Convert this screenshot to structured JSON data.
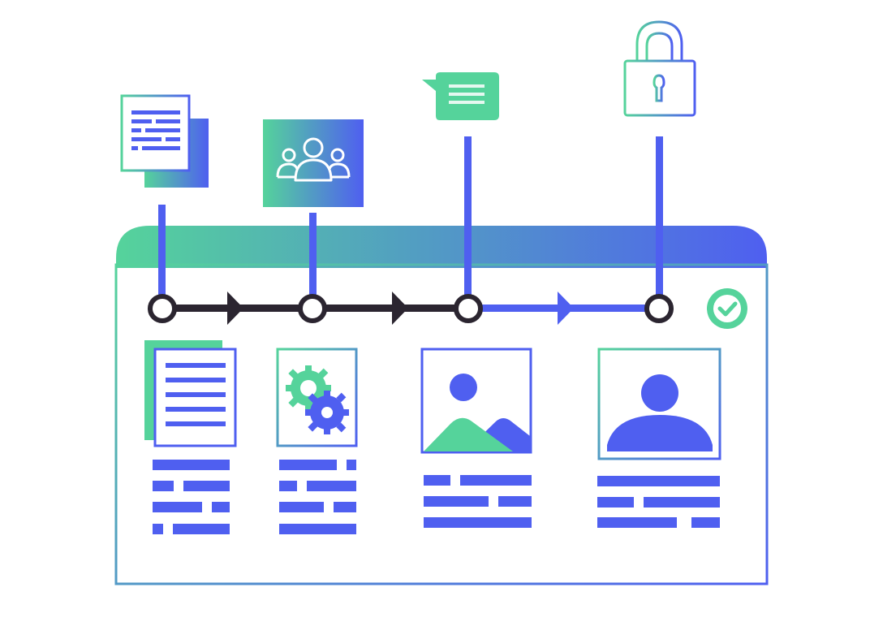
{
  "illustration": {
    "colors": {
      "green": "#55d39b",
      "blue": "#4f5ff0",
      "dark": "#2b2530",
      "white": "#ffffff"
    },
    "top_icons": [
      {
        "name": "document-stack-icon"
      },
      {
        "name": "team-group-icon"
      },
      {
        "name": "chat-bubble-icon"
      },
      {
        "name": "padlock-icon"
      }
    ],
    "timeline": {
      "nodes": 4,
      "completed_segments": 2,
      "status": "check-circle-icon"
    },
    "cards": [
      {
        "name": "document-card",
        "icon": "document-icon"
      },
      {
        "name": "settings-card",
        "icon": "gears-icon"
      },
      {
        "name": "image-card",
        "icon": "image-placeholder-icon"
      },
      {
        "name": "profile-card",
        "icon": "user-avatar-icon"
      }
    ]
  }
}
